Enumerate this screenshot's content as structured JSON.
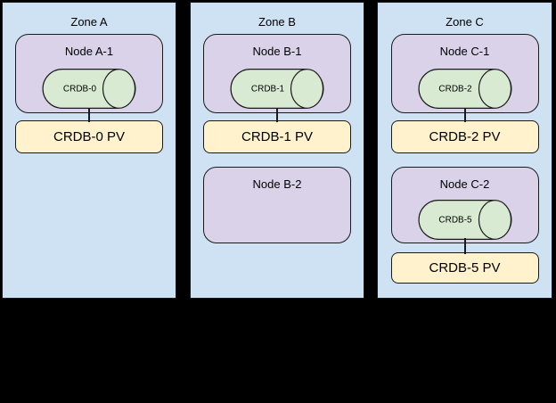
{
  "diagram": {
    "zones": [
      {
        "label": "Zone A",
        "nodes": [
          {
            "label": "Node A-1",
            "disk": "CRDB-0",
            "pv": "CRDB-0 PV"
          }
        ]
      },
      {
        "label": "Zone B",
        "nodes": [
          {
            "label": "Node B-1",
            "disk": "CRDB-1",
            "pv": "CRDB-1 PV"
          },
          {
            "label": "Node B-2"
          }
        ]
      },
      {
        "label": "Zone C",
        "nodes": [
          {
            "label": "Node C-1",
            "disk": "CRDB-2",
            "pv": "CRDB-2 PV"
          },
          {
            "label": "Node C-2",
            "disk": "CRDB-5",
            "pv": "CRDB-5 PV"
          }
        ]
      }
    ],
    "colors": {
      "background": "#000000",
      "zone_fill": "#cfe2f3",
      "node_fill": "#d9d2e9",
      "disk_fill": "#d9ead3",
      "pv_fill": "#fff2cc",
      "stroke": "#1a1a1a",
      "text": "#000000"
    }
  }
}
